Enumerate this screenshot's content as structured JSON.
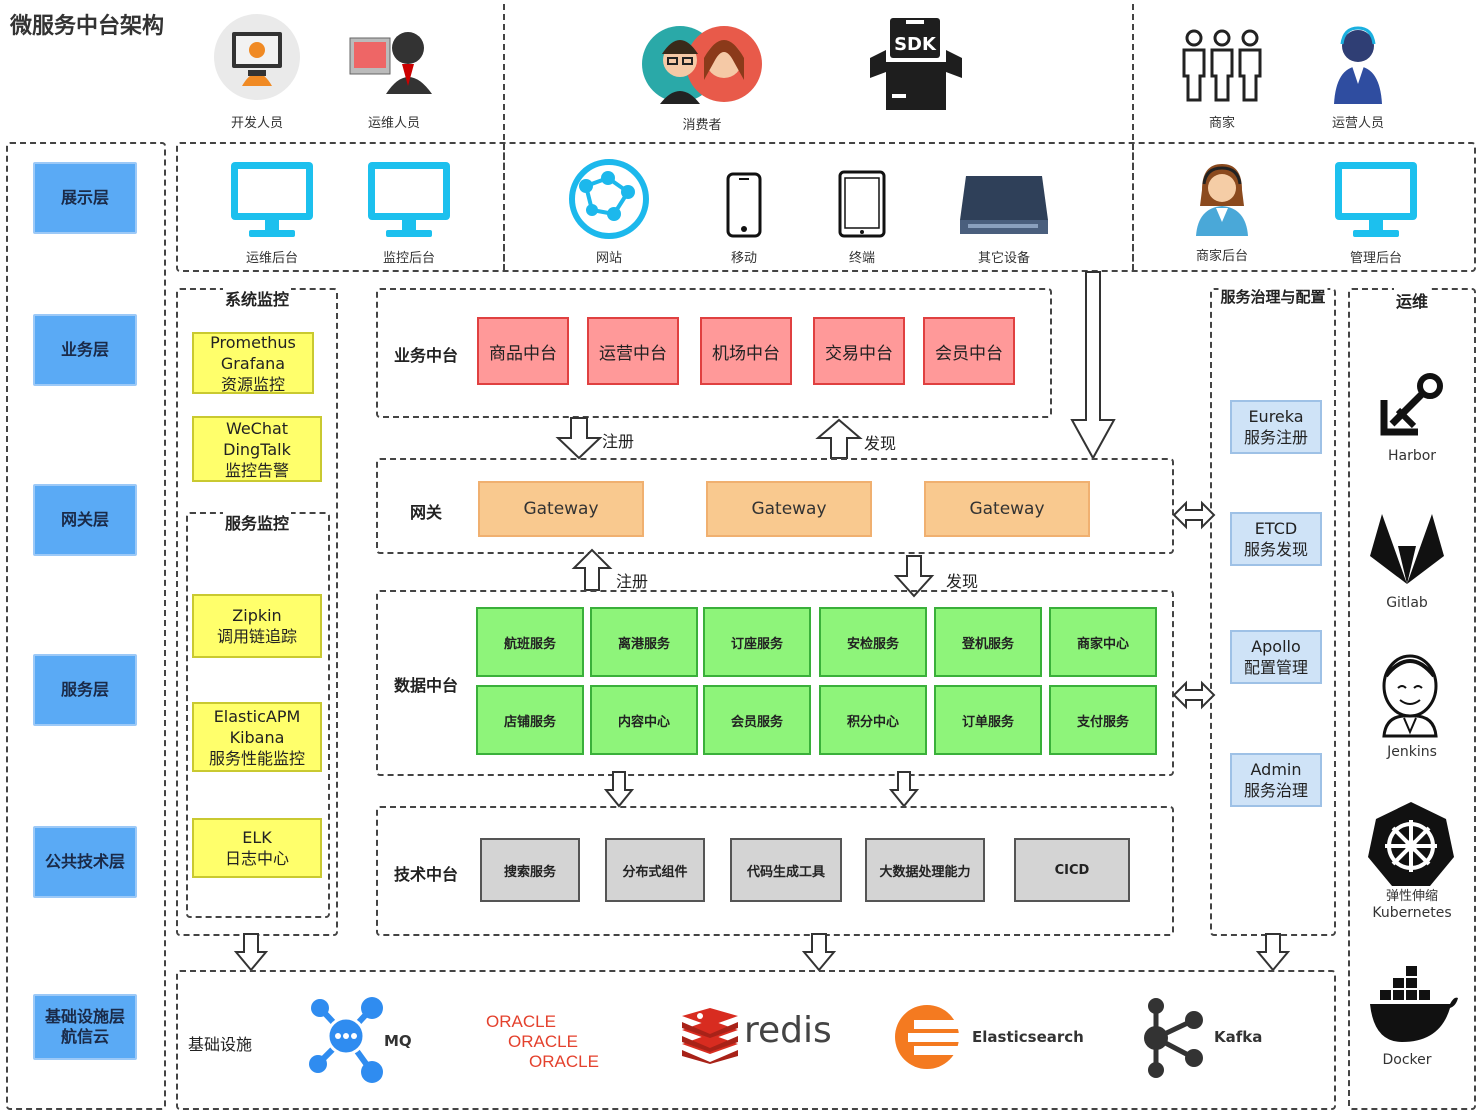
{
  "title": "微服务中台架构",
  "roles": {
    "dev": "开发人员",
    "ops": "运维人员",
    "consumer": "消费者",
    "merchant": "商家",
    "operator": "运营人员"
  },
  "layers": [
    "展示层",
    "业务层",
    "网关层",
    "服务层",
    "公共技术层",
    "基础设施层\n航信云"
  ],
  "frontends": {
    "ops_console": "运维后台",
    "monitor_console": "监控后台",
    "website": "网站",
    "mobile": "移动",
    "terminal": "终端",
    "other_devices": "其它设备",
    "merchant_console": "商家后台",
    "admin_console": "管理后台"
  },
  "system_monitor": {
    "title": "系统监控",
    "box1": [
      "Promethus",
      "Grafana",
      "资源监控"
    ],
    "box2": [
      "WeChat",
      "DingTalk",
      "监控告警"
    ]
  },
  "service_monitor": {
    "title": "服务监控",
    "box1": [
      "Zipkin",
      "调用链追踪"
    ],
    "box2": [
      "ElasticAPM",
      "Kibana",
      "服务性能监控"
    ],
    "box3": [
      "ELK",
      "日志中心"
    ]
  },
  "business": {
    "label": "业务中台",
    "items": [
      "商品中台",
      "运营中台",
      "机场中台",
      "交易中台",
      "会员中台"
    ]
  },
  "arrows": {
    "register": "注册",
    "discover": "发现"
  },
  "gateway": {
    "label": "网关",
    "items": [
      "Gateway",
      "Gateway",
      "Gateway"
    ]
  },
  "data": {
    "label": "数据中台",
    "row1": [
      "航班服务",
      "离港服务",
      "订座服务",
      "安检服务",
      "登机服务",
      "商家中心"
    ],
    "row2": [
      "店铺服务",
      "内容中心",
      "会员服务",
      "积分中心",
      "订单服务",
      "支付服务"
    ]
  },
  "tech": {
    "label": "技术中台",
    "items": [
      "搜索服务",
      "分布式组件",
      "代码生成工具",
      "大数据处理能力",
      "CICD"
    ]
  },
  "governance": {
    "title": "服务治理与配置",
    "items": [
      [
        "Eureka",
        "服务注册"
      ],
      [
        "ETCD",
        "服务发现"
      ],
      [
        "Apollo",
        "配置管理"
      ],
      [
        "Admin",
        "服务治理"
      ]
    ]
  },
  "ops_tools": {
    "title": "运维",
    "harbor": "Harbor",
    "gitlab": "Gitlab",
    "jenkins": "Jenkins",
    "k8s_cn": "弹性伸缩",
    "k8s": "Kubernetes",
    "docker": "Docker"
  },
  "infra": {
    "label": "基础设施",
    "mq": "MQ",
    "oracle": "ORACLE",
    "redis": "redis",
    "es": "Elasticsearch",
    "kafka": "Kafka"
  },
  "colors": {
    "layer_blue": "#5aaaf5",
    "screen_blue": "#1cc0ee",
    "business_red": "#ff9999",
    "gateway_orange": "#f9c98f",
    "service_green": "#8ef47a",
    "monitor_yellow": "#ffff6b",
    "tech_gray": "#d4d4d4",
    "oracle_red": "#e4412d",
    "redis_red": "#d82c20",
    "es_orange": "#f47a20"
  }
}
